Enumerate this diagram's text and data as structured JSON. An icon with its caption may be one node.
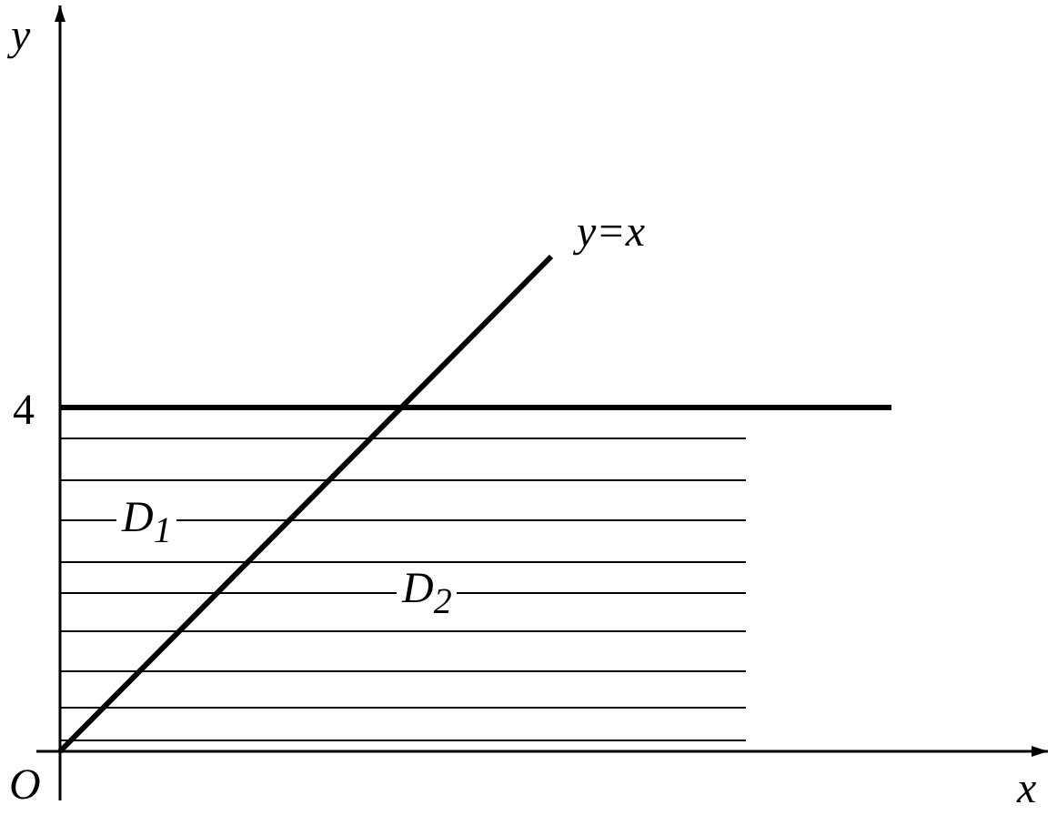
{
  "diagram": {
    "labels": [
      "y",
      "y=x",
      "4",
      "D$_{1}$",
      "D$_{2}$",
      "O",
      "x"
    ]
  }
}
